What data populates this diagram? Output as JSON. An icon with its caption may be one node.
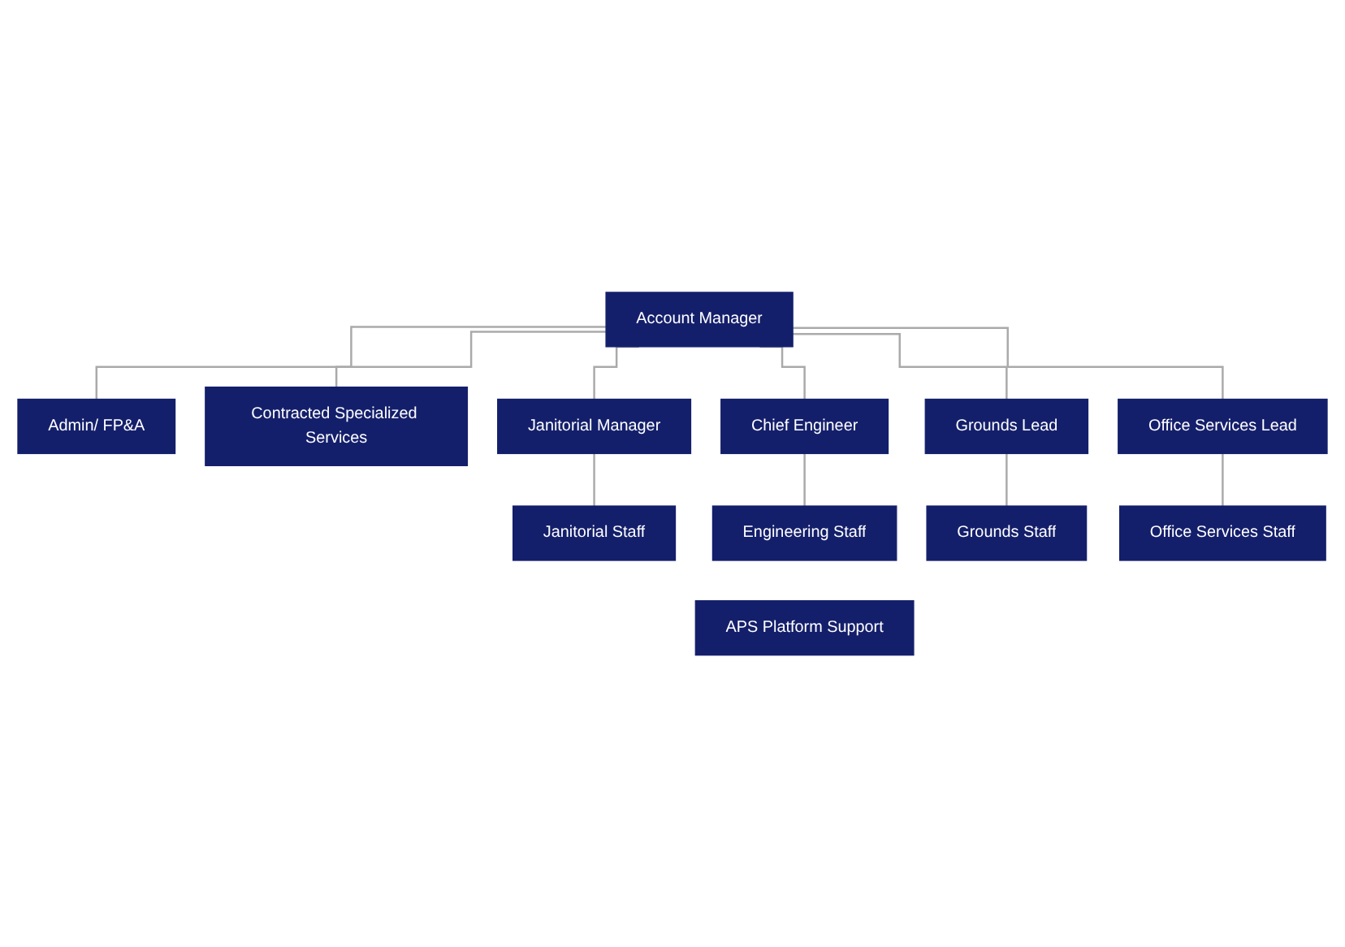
{
  "diagram": {
    "nodes": [
      {
        "text": [
          "Account Manager"
        ]
      },
      {
        "text": [
          "Admin/ FP&A"
        ]
      },
      {
        "text": [
          "Contracted Specialized Services"
        ]
      },
      {
        "text": [
          "Janitorial Manager"
        ]
      },
      {
        "text": [
          "Chief Engineer"
        ]
      },
      {
        "text": [
          "Grounds Lead"
        ]
      },
      {
        "text": [
          "Office Services Lead"
        ]
      },
      {
        "text": [
          "Janitorial Staff"
        ]
      },
      {
        "text": [
          "Engineering Staff"
        ]
      },
      {
        "text": [
          "Grounds Staff"
        ]
      },
      {
        "text": [
          "Office Services Staff"
        ]
      },
      {
        "text": [
          "APS Platform Support"
        ]
      }
    ],
    "edges": [
      {
        "from": 0,
        "to": 1,
        "arrow": "none"
      },
      {
        "from": 0,
        "to": 2,
        "arrow": "none"
      },
      {
        "from": 0,
        "to": 3,
        "arrow": "none"
      },
      {
        "from": 0,
        "to": 4,
        "arrow": "none"
      },
      {
        "from": 0,
        "to": 5,
        "arrow": "none"
      },
      {
        "from": 0,
        "to": 6,
        "arrow": "none"
      },
      {
        "from": 3,
        "to": 7,
        "arrow": "none"
      },
      {
        "from": 4,
        "to": 8,
        "arrow": "none"
      },
      {
        "from": 5,
        "to": 9,
        "arrow": "none"
      },
      {
        "from": 6,
        "to": 10,
        "arrow": "none"
      }
    ]
  }
}
